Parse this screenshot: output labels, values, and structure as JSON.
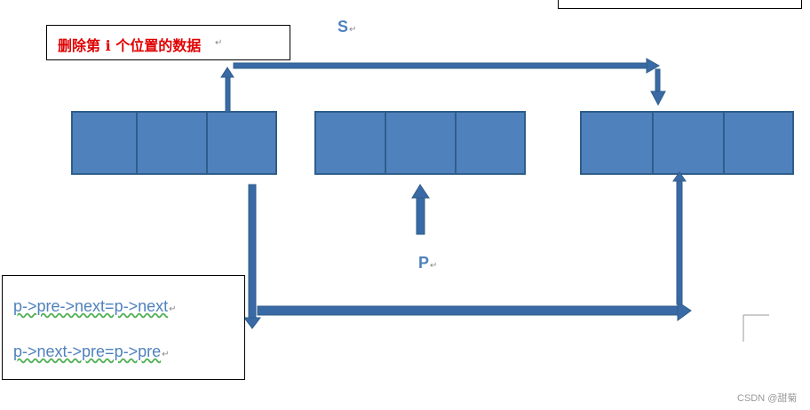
{
  "title_box": {
    "text": "删除第 i 个位置的数据"
  },
  "labels": {
    "s": "S",
    "p": "P"
  },
  "code_box": {
    "line1": "p->pre->next=p->next",
    "line2": "p->next->pre=p->pre"
  },
  "watermark": "CSDN @甜菊",
  "colors": {
    "node_fill": "#4f81bd",
    "node_border": "#2f5d8a",
    "arrow": "#3a6aa5",
    "title": "#e00000"
  }
}
